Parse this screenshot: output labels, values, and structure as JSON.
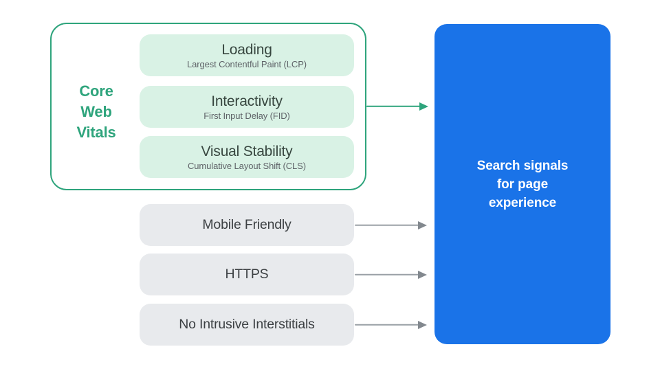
{
  "core_web_vitals": {
    "label": "Core\nWeb\nVitals",
    "items": [
      {
        "title": "Loading",
        "subtitle": "Largest Contentful Paint (LCP)"
      },
      {
        "title": "Interactivity",
        "subtitle": "First Input Delay (FID)"
      },
      {
        "title": "Visual Stability",
        "subtitle": "Cumulative Layout Shift (CLS)"
      }
    ]
  },
  "other_signals": [
    {
      "label": "Mobile Friendly"
    },
    {
      "label": "HTTPS"
    },
    {
      "label": "No Intrusive Interstitials"
    }
  ],
  "result_box": {
    "label": "Search signals\nfor page\nexperience"
  },
  "colors": {
    "green_accent": "#2EA47C",
    "mint_fill": "#D9F2E5",
    "dark_title": "#37463F",
    "subtitle_gray": "#5F6368",
    "gray_fill": "#E8EAED",
    "gray_label": "#3C4043",
    "arrow_gray": "#9AA0A6",
    "arrow_head_gray": "#82888E",
    "blue_fill": "#1A73E8",
    "white_text": "#FFFFFF"
  }
}
